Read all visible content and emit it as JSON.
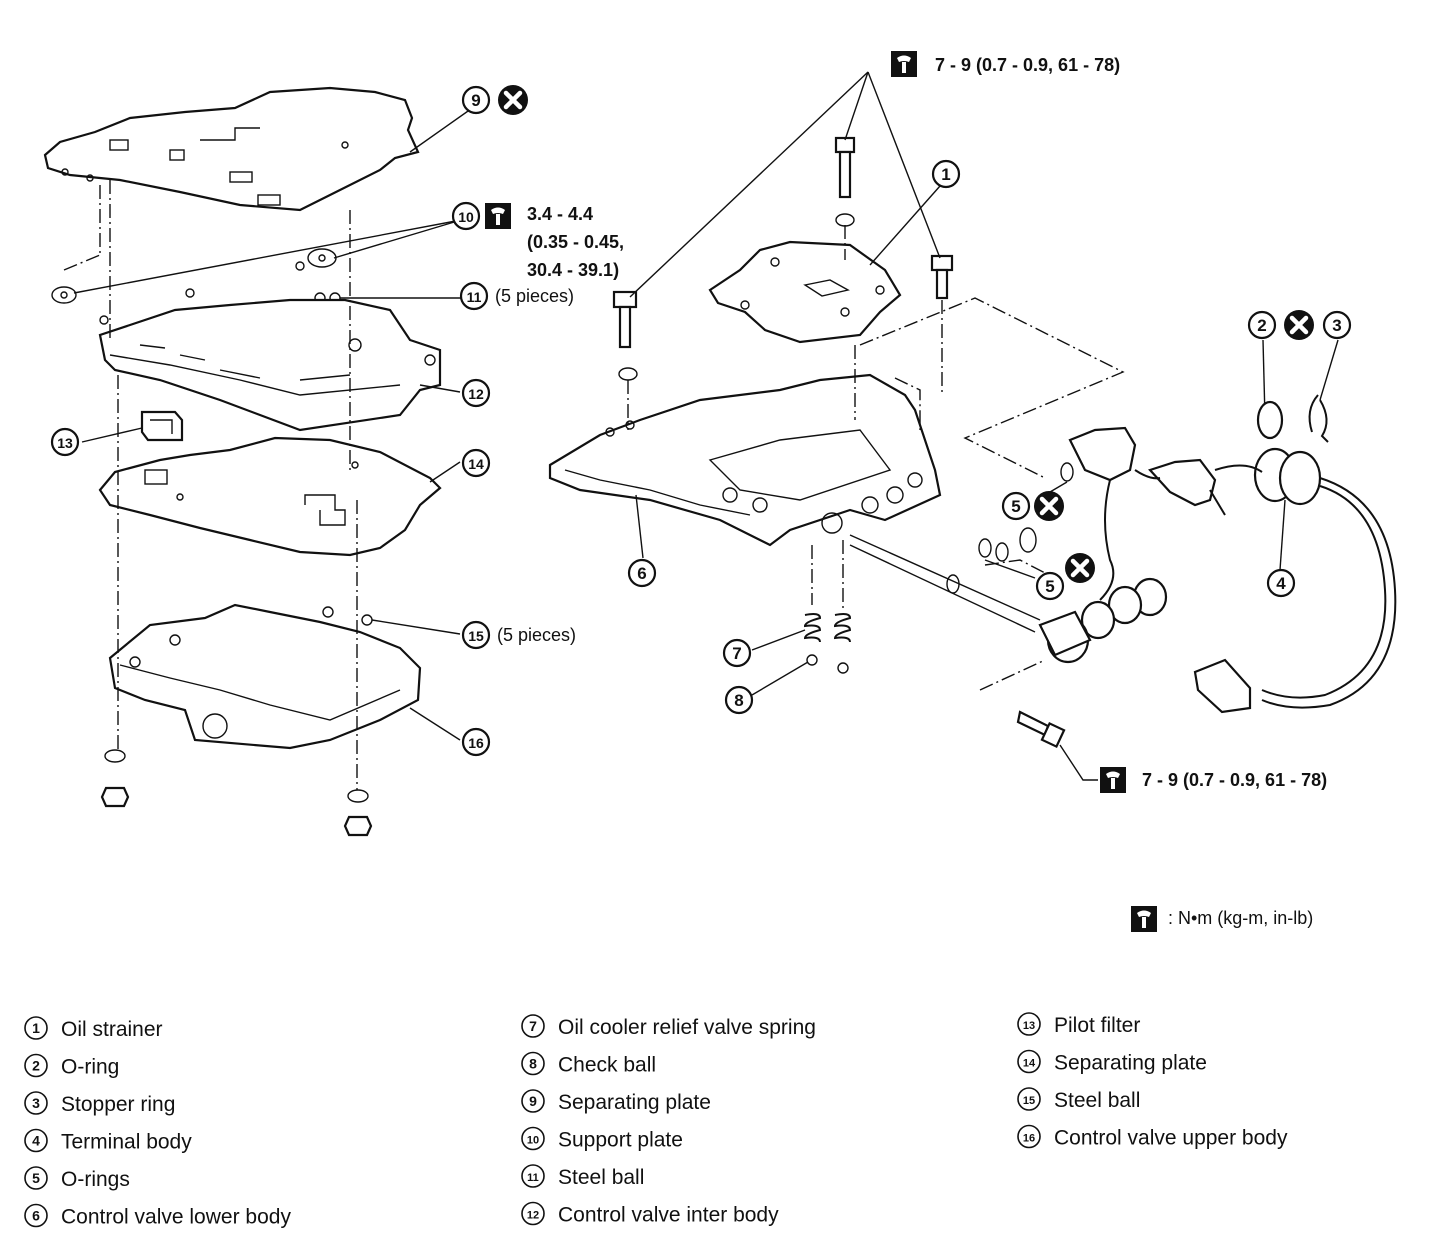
{
  "torque": {
    "top_right": "7 - 9 (0.7 - 0.9, 61 - 78)",
    "bottom_right": "7 - 9 (0.7 - 0.9, 61 - 78)",
    "support_plate_line1": "3.4 - 4.4",
    "support_plate_line2": "(0.35 - 0.45,",
    "support_plate_line3": "30.4 - 39.1)",
    "unit_note": ": N•m (kg-m, in-lb)"
  },
  "callouts": {
    "n1": "1",
    "n2": "2",
    "n3": "3",
    "n4": "4",
    "n5a": "5",
    "n5b": "5",
    "n6": "6",
    "n7": "7",
    "n8": "8",
    "n9": "9",
    "n10": "10",
    "n11": "11",
    "n12": "12",
    "n13": "13",
    "n14": "14",
    "n15": "15",
    "n16": "16",
    "pieces_11": "(5 pieces)",
    "pieces_15": "(5 pieces)"
  },
  "legend": [
    {
      "num": "1",
      "label": "Oil strainer"
    },
    {
      "num": "2",
      "label": "O-ring"
    },
    {
      "num": "3",
      "label": "Stopper ring"
    },
    {
      "num": "4",
      "label": "Terminal body"
    },
    {
      "num": "5",
      "label": "O-rings"
    },
    {
      "num": "6",
      "label": "Control valve lower body"
    },
    {
      "num": "7",
      "label": "Oil cooler relief valve spring"
    },
    {
      "num": "8",
      "label": "Check ball"
    },
    {
      "num": "9",
      "label": "Separating plate"
    },
    {
      "num": "10",
      "label": "Support plate"
    },
    {
      "num": "11",
      "label": "Steel ball"
    },
    {
      "num": "12",
      "label": "Control valve inter body"
    },
    {
      "num": "13",
      "label": "Pilot filter"
    },
    {
      "num": "14",
      "label": "Separating plate"
    },
    {
      "num": "15",
      "label": "Steel ball"
    },
    {
      "num": "16",
      "label": "Control valve upper body"
    }
  ],
  "icons": {
    "torque": "torque-wrench-icon",
    "replace": "do-not-reuse-x-icon"
  }
}
